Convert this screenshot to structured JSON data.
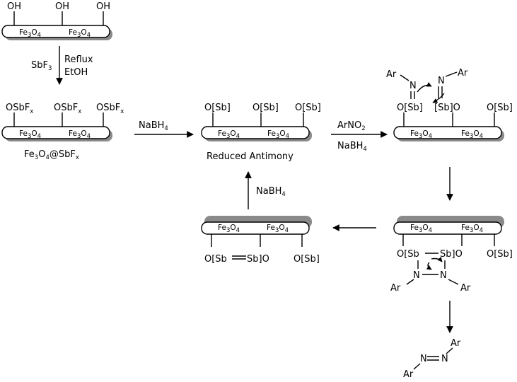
{
  "oh": "OH",
  "fe_core": "Fe",
  "fe_o": "O",
  "sub_3": "3",
  "sub_4": "4",
  "sub_x": "x",
  "reagent_sbf": "SbF",
  "reflux": "Reflux",
  "etoh": "EtOH",
  "osbf": "OSbF",
  "fe3o4_at_sbfx": "Fe3O4@SbFx",
  "nabh": "NaBH",
  "arno": "ArNO",
  "sub_2": "2",
  "o_sb": "O[Sb]",
  "sb_o": "[Sb]O",
  "reduced_antimony": "Reduced Antimony",
  "ar": "Ar",
  "n": "N",
  "o_sb_bracket": "O[Sb",
  "sb_bracket_o": "Sb]O",
  "sb_open": "[Sb",
  "sb_close": "Sb]"
}
